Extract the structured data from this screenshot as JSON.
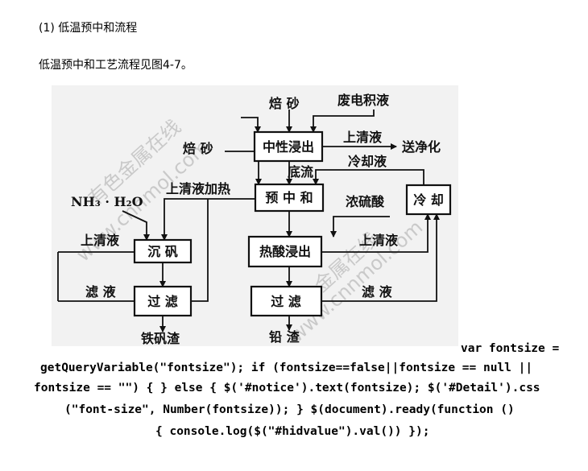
{
  "heading": "(1) 低温预中和流程",
  "intro": "低温预中和工艺流程见图4-7。",
  "diagram": {
    "boxes": {
      "neutral_leach": "中性浸出",
      "pre_neutralize": "预 中 和",
      "cooling": "冷 却",
      "jarosite": "沉  矾",
      "filter_left": "过  滤",
      "hot_acid_leach": "热酸浸出",
      "filter_right": "过  滤"
    },
    "labels": {
      "calcine_top": "焙 砂",
      "waste_electrolyte": "废电积液",
      "supernatant_top": "上清液",
      "to_purification": "送净化",
      "underflow": "底流",
      "coolant": "冷却液",
      "calcine_mid": "焙 砂",
      "supernatant_heat": "上清液加热",
      "ammonia": "NH₃ · H₂O",
      "conc_sulfuric": "浓硫酸",
      "supernatant_left": "上清液",
      "supernatant_right": "上清液",
      "filtrate_left": "滤 液",
      "filtrate_right": "滤 液",
      "jarosite_residue": "铁矾渣",
      "lead_residue": "铅 渣"
    },
    "watermarks": [
      "有色金属在线",
      "www.cnnmol.com",
      "有色金属在线",
      "www.cnnmol.com"
    ]
  },
  "code": [
    "var fontsize =",
    "getQueryVariable(\"fontsize\"); if (fontsize==false||fontsize == null ||",
    "fontsize == \"\") { } else { $('#notice').text(fontsize); $('#Detail').css",
    "(\"font-size\", Number(fontsize)); } $(document).ready(function ()",
    "{ console.log($(\"#hidvalue\").val()) });"
  ]
}
